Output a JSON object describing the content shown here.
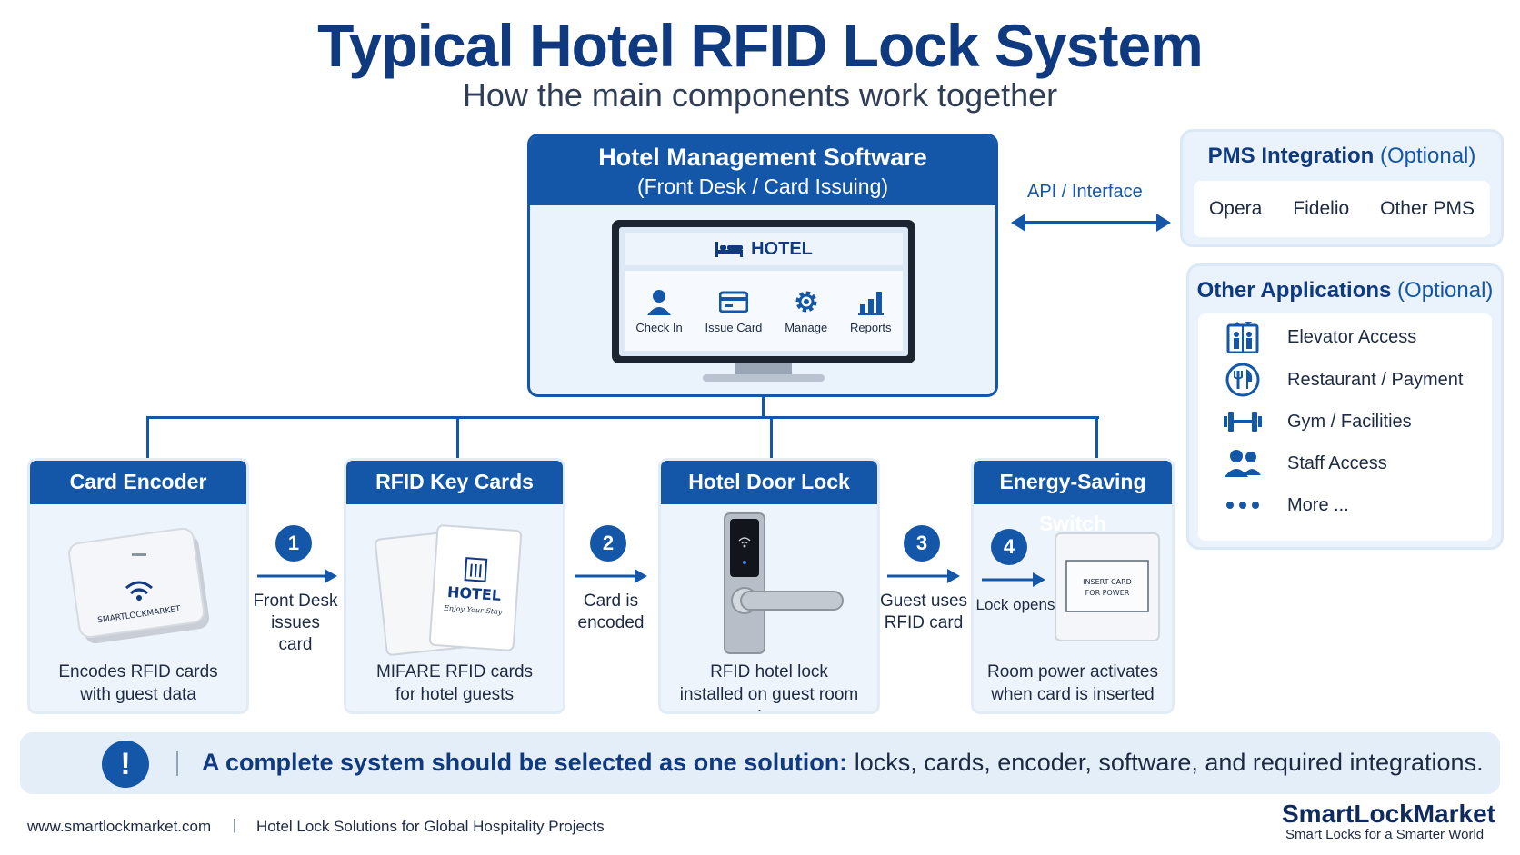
{
  "title": "Typical Hotel RFID Lock System",
  "subtitle": "How the main components work together",
  "software": {
    "title": "Hotel Management Software",
    "subtitle": "(Front Desk / Card Issuing)",
    "screen_brand": "HOTEL",
    "apps": [
      {
        "label": "Check In",
        "icon": "user-icon"
      },
      {
        "label": "Issue Card",
        "icon": "card-icon"
      },
      {
        "label": "Manage",
        "icon": "gear-icon"
      },
      {
        "label": "Reports",
        "icon": "bar-chart-icon"
      }
    ]
  },
  "api_label": "API / Interface",
  "pms": {
    "title": "PMS Integration",
    "optional": "(Optional)",
    "items": [
      "Opera",
      "Fidelio",
      "Other PMS"
    ]
  },
  "other_apps": {
    "title": "Other Applications",
    "optional": "(Optional)",
    "items": [
      {
        "label": "Elevator Access",
        "icon": "elevator-icon"
      },
      {
        "label": "Restaurant / Payment",
        "icon": "restaurant-icon"
      },
      {
        "label": "Gym / Facilities",
        "icon": "dumbbell-icon"
      },
      {
        "label": "Staff Access",
        "icon": "staff-icon"
      },
      {
        "label": "More ...",
        "icon": "more-icon"
      }
    ]
  },
  "components": [
    {
      "title": "Card Encoder",
      "desc1": "Encodes RFID cards",
      "desc2": "with guest data",
      "device_text": "SMARTLOCKMARKET"
    },
    {
      "title": "RFID Key Cards",
      "desc1": "MIFARE RFID cards",
      "desc2": "for hotel guests",
      "card_brand": "HOTEL",
      "card_tagline": "Enjoy Your Stay"
    },
    {
      "title": "Hotel Door Lock",
      "desc1": "RFID hotel lock",
      "desc2": "installed on guest room door"
    },
    {
      "title": "Energy-Saving Switch",
      "desc1": "Room power activates",
      "desc2": "when card is inserted",
      "switch_text1": "INSERT CARD",
      "switch_text2": "FOR POWER"
    }
  ],
  "steps": [
    {
      "number": "1",
      "line1": "Front Desk",
      "line2": "issues card"
    },
    {
      "number": "2",
      "line1": "Card is",
      "line2": "encoded"
    },
    {
      "number": "3",
      "line1": "Guest uses",
      "line2": "RFID card"
    },
    {
      "number": "4",
      "line1": "Lock opens",
      "line2": ""
    }
  ],
  "banner": {
    "icon": "!",
    "bold": "A complete system should be selected as one solution:",
    "text": "locks, cards, encoder, software, and required integrations."
  },
  "footer": {
    "url": "www.smartlockmarket.com",
    "separator": "|",
    "tagline": "Hotel Lock Solutions for Global Hospitality Projects",
    "brand": "SmartLockMarket",
    "slogan": "Smart Locks for a Smarter World"
  },
  "colors": {
    "primary": "#1457a8",
    "title": "#0f3a80",
    "panel": "#eaf2fb"
  }
}
